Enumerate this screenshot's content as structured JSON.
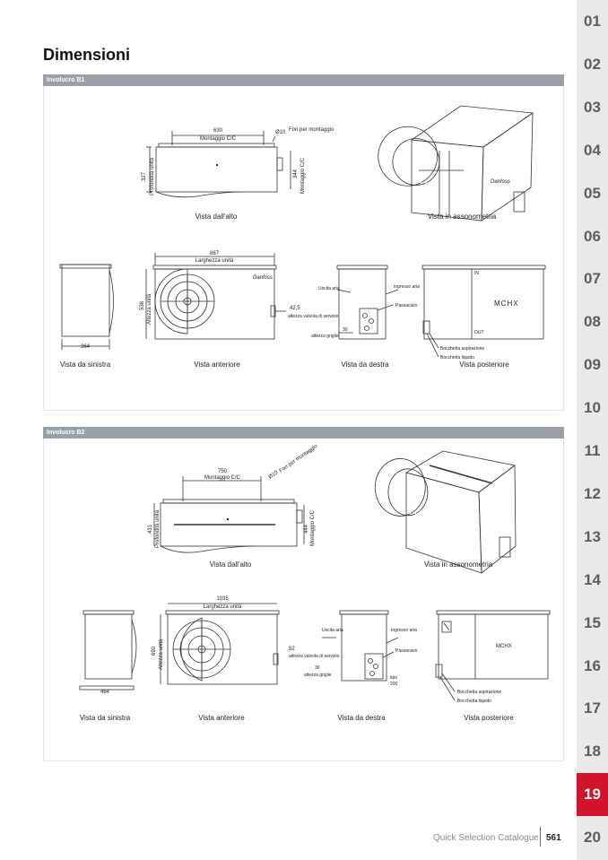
{
  "page": {
    "title": "Dimensioni",
    "catalogue": "Quick Selection Catalogue",
    "page_number": "561"
  },
  "nav": [
    "01",
    "02",
    "03",
    "04",
    "05",
    "06",
    "07",
    "08",
    "09",
    "10",
    "11",
    "12",
    "13",
    "14",
    "15",
    "16",
    "17",
    "18",
    "19",
    "20"
  ],
  "active_nav": "19",
  "sections": [
    {
      "header": "Involucro B1",
      "top_view": {
        "width_dim": "630",
        "width_label": "Montaggio C/C",
        "holes": "Ø10",
        "holes_label": "Fori per montaggio",
        "depth_dim": "327",
        "depth_label": "Profondità unità",
        "mount_dim": "344",
        "mount_label": "Montaggio C/C",
        "caption": "Vista dall'alto"
      },
      "iso_caption": "Vista in assonometria",
      "left_view": {
        "dim": "364",
        "caption": "Vista da sinistra"
      },
      "front_view": {
        "width_dim": "867",
        "width_label": "Larghezza unità",
        "height_dim": "538",
        "height_label": "Altezza unità",
        "valve_dim": "42,5",
        "valve_label": "altezza valvola di servizio",
        "caption": "Vista anteriore"
      },
      "right_view": {
        "outlet": "Uscita aria",
        "inlet": "Ingresso aria",
        "cable": "Passacavo",
        "grille_dim": "30",
        "grille_label": "altezza griglie",
        "caption": "Vista da destra"
      },
      "rear_view": {
        "in": "IN",
        "out": "OUT",
        "coil": "MCHX",
        "suction": "Bocchetta aspirazione",
        "liquid": "Bocchetta liquido",
        "caption": "Vista posteriore"
      }
    },
    {
      "header": "Involucro B2",
      "top_view": {
        "width_dim": "750",
        "width_label": "Montaggio C/C",
        "holes": "Ø10",
        "holes_label": "Fori per montaggio",
        "depth_dim": "431",
        "depth_label": "Profondità unità",
        "mount_dim": "444",
        "mount_label": "Montaggio C/C",
        "caption": "Vista dall'alto"
      },
      "iso_caption": "Vista in assonometria",
      "left_view": {
        "dim": "464",
        "caption": "Vista da sinistra"
      },
      "front_view": {
        "width_dim": "1035",
        "width_label": "Larghezza unità",
        "height_dim": "690",
        "height_label": "Altezza unità",
        "valve_dim": "52",
        "valve_label": "altezza valvola di servizio",
        "caption": "Vista anteriore"
      },
      "right_view": {
        "outlet": "Uscita aria",
        "inlet": "Ingresso aria",
        "cable": "Passacavo",
        "grille_dim": "30",
        "grille_label": "altezza griglie",
        "tipo_label": "tipo",
        "tipo_dim": "200",
        "caption": "Vista da destra"
      },
      "rear_view": {
        "coil": "MCHX",
        "suction": "Bocchetta aspirazione",
        "liquid": "Bocchetta liquido",
        "caption": "Vista posteriore"
      }
    }
  ]
}
